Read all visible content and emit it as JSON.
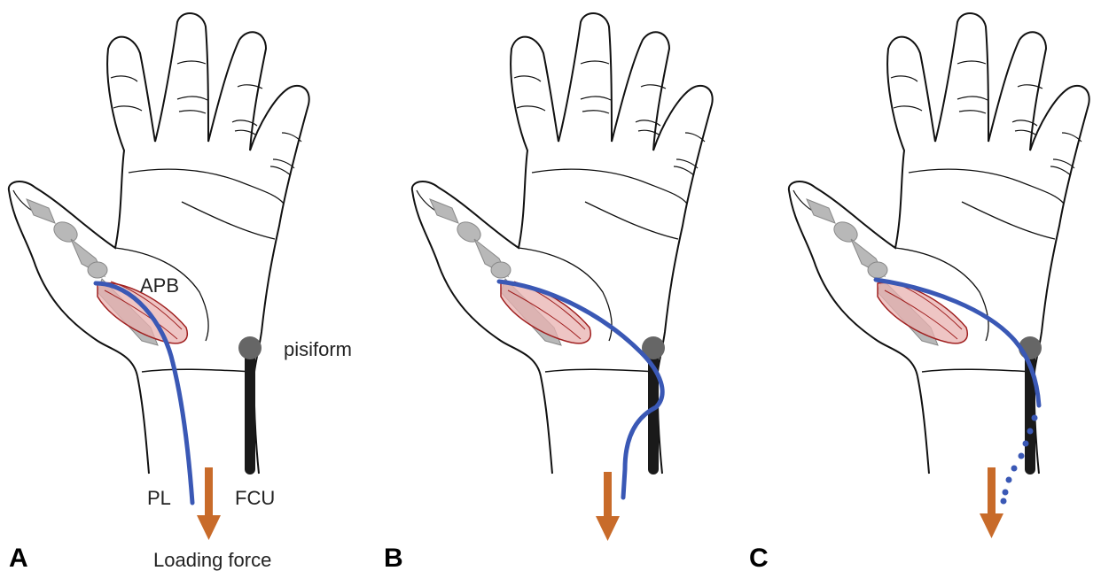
{
  "panels": [
    {
      "letter": "A"
    },
    {
      "letter": "B"
    },
    {
      "letter": "C"
    }
  ],
  "labels": {
    "apb": "APB",
    "pisiform": "pisiform",
    "pl": "PL",
    "fcu": "FCU",
    "loading_force": "Loading force"
  },
  "colors": {
    "outline": "#111111",
    "tendon_pl": "#3a58b5",
    "tendon_fcu": "#1a1a1a",
    "pisiform": "#666666",
    "bone": "#b8b8b8",
    "muscle": "#e8b2b0",
    "muscle_edge": "#a02020",
    "arrow": "#c86b2a"
  }
}
